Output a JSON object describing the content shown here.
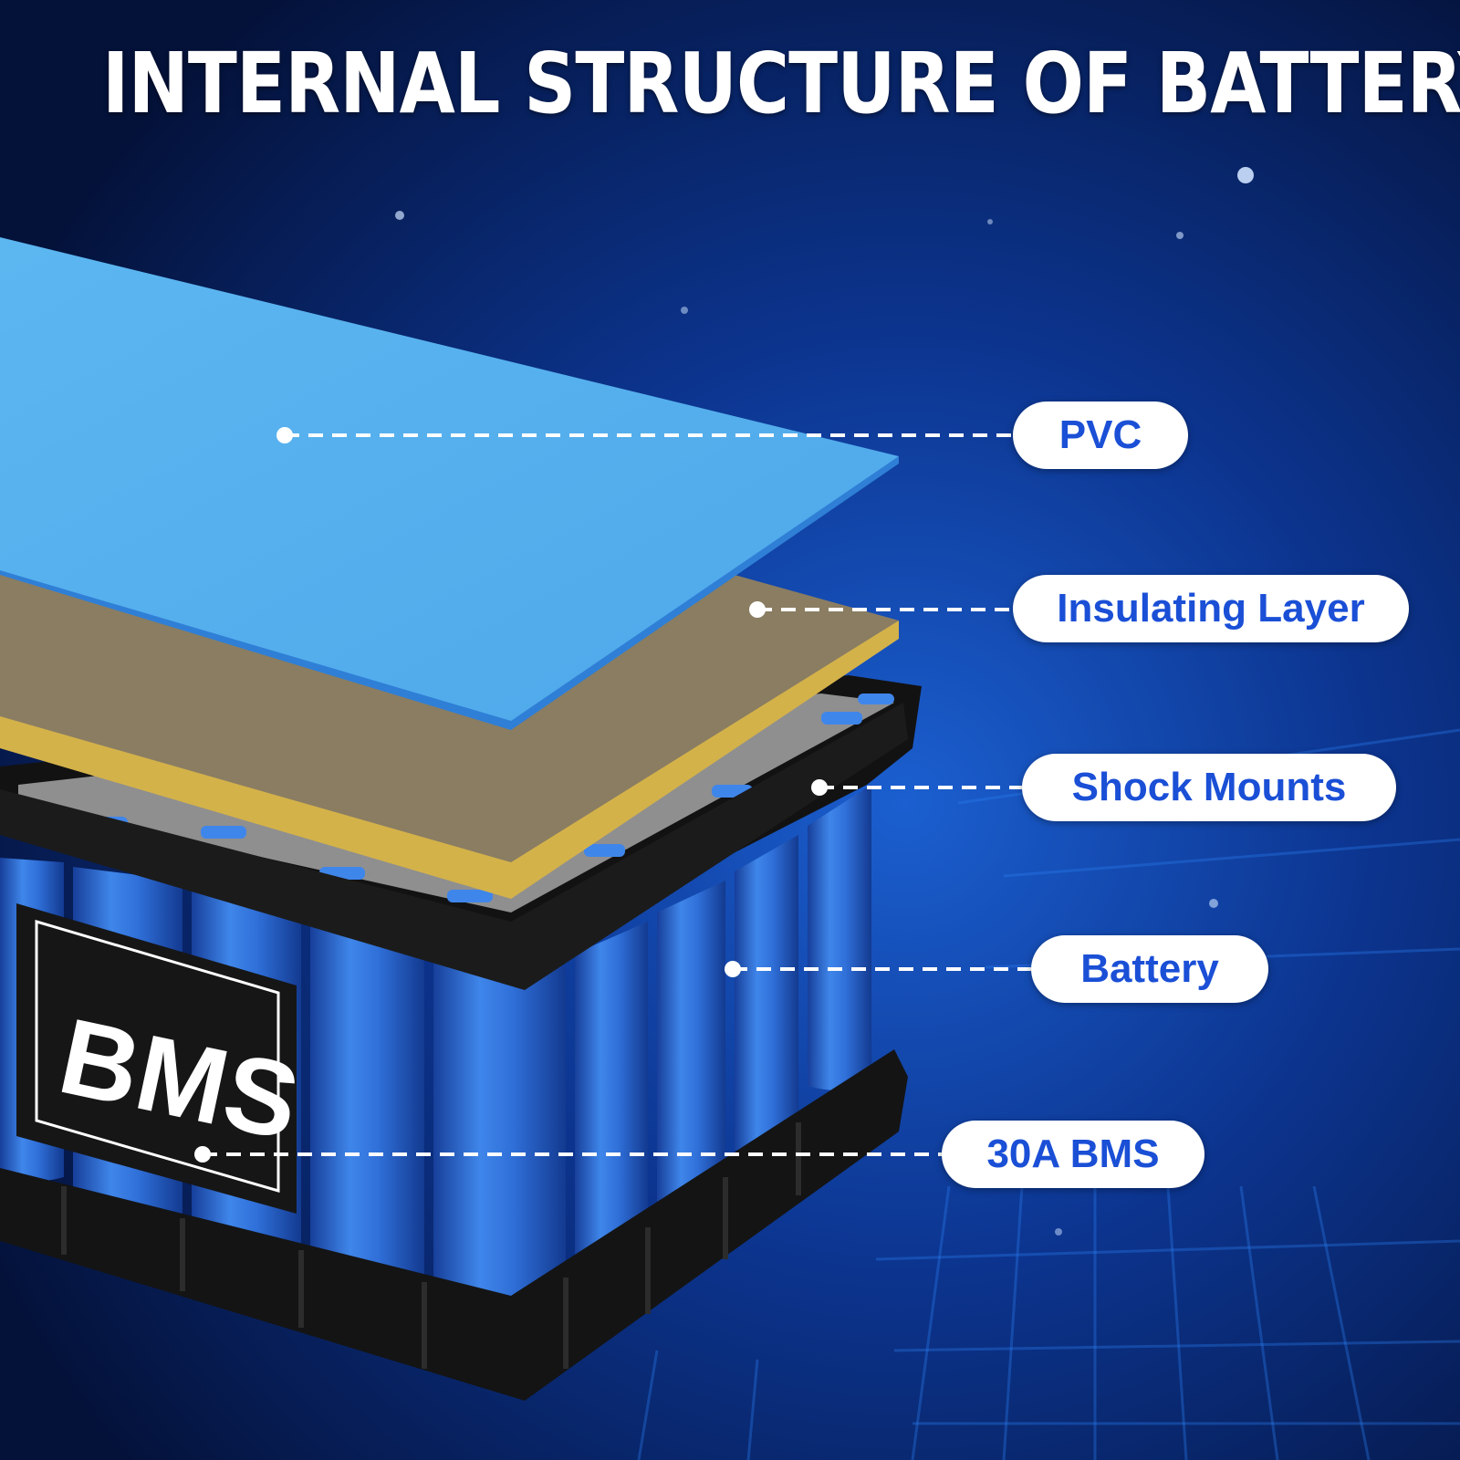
{
  "title": "INTERNAL STRUCTURE OF BATTERY",
  "badge_text": "BMS",
  "labels": {
    "pvc": "PVC",
    "insulating_layer": "Insulating Layer",
    "shock_mounts": "Shock Mounts",
    "battery": "Battery",
    "bms": "30A BMS"
  },
  "colors": {
    "background": "#061a4a",
    "pvc_sheet": "#55b0ee",
    "insulating_layer": "#8a7d62",
    "insulating_edge": "#d4b24a",
    "cell": "#2f6fd8",
    "holder": "#1a1a1a",
    "label_text": "#1a4fd6",
    "label_bg": "#ffffff"
  }
}
